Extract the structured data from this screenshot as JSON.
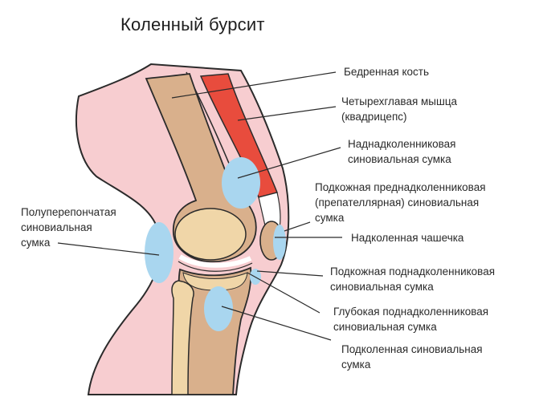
{
  "title": "Коленный бурсит",
  "colors": {
    "skin": "#f7cdd0",
    "skin_outline": "#2b2b2b",
    "bone": "#d9b08c",
    "bone_light": "#f0d6a8",
    "muscle": "#e84c3d",
    "bursa": "#a9d6ef",
    "cartilage": "#ffffff"
  },
  "labels": {
    "femur": [
      "Бедренная кость"
    ],
    "quadriceps": [
      "Четырехглавая мышца",
      "(квадрицепс)"
    ],
    "suprapatellar": [
      "Наднадколенниковая",
      "синовиальная сумка"
    ],
    "prepatellar": [
      "Подкожная преднадколенниковая",
      "(препателлярная) синовиальная",
      "сумка"
    ],
    "patella": [
      "Надколенная чашечка"
    ],
    "subcut_infrapatellar": [
      "Подкожная поднадколенниковая",
      "синовиальная сумка"
    ],
    "deep_infrapatellar": [
      "Глубокая поднадколенниковая",
      "синовиальная сумка"
    ],
    "popliteal": [
      "Подколенная синовиальная",
      "сумка"
    ],
    "semimembranosus": [
      "Полуперепончатая",
      "синовиальная",
      "сумка"
    ]
  }
}
